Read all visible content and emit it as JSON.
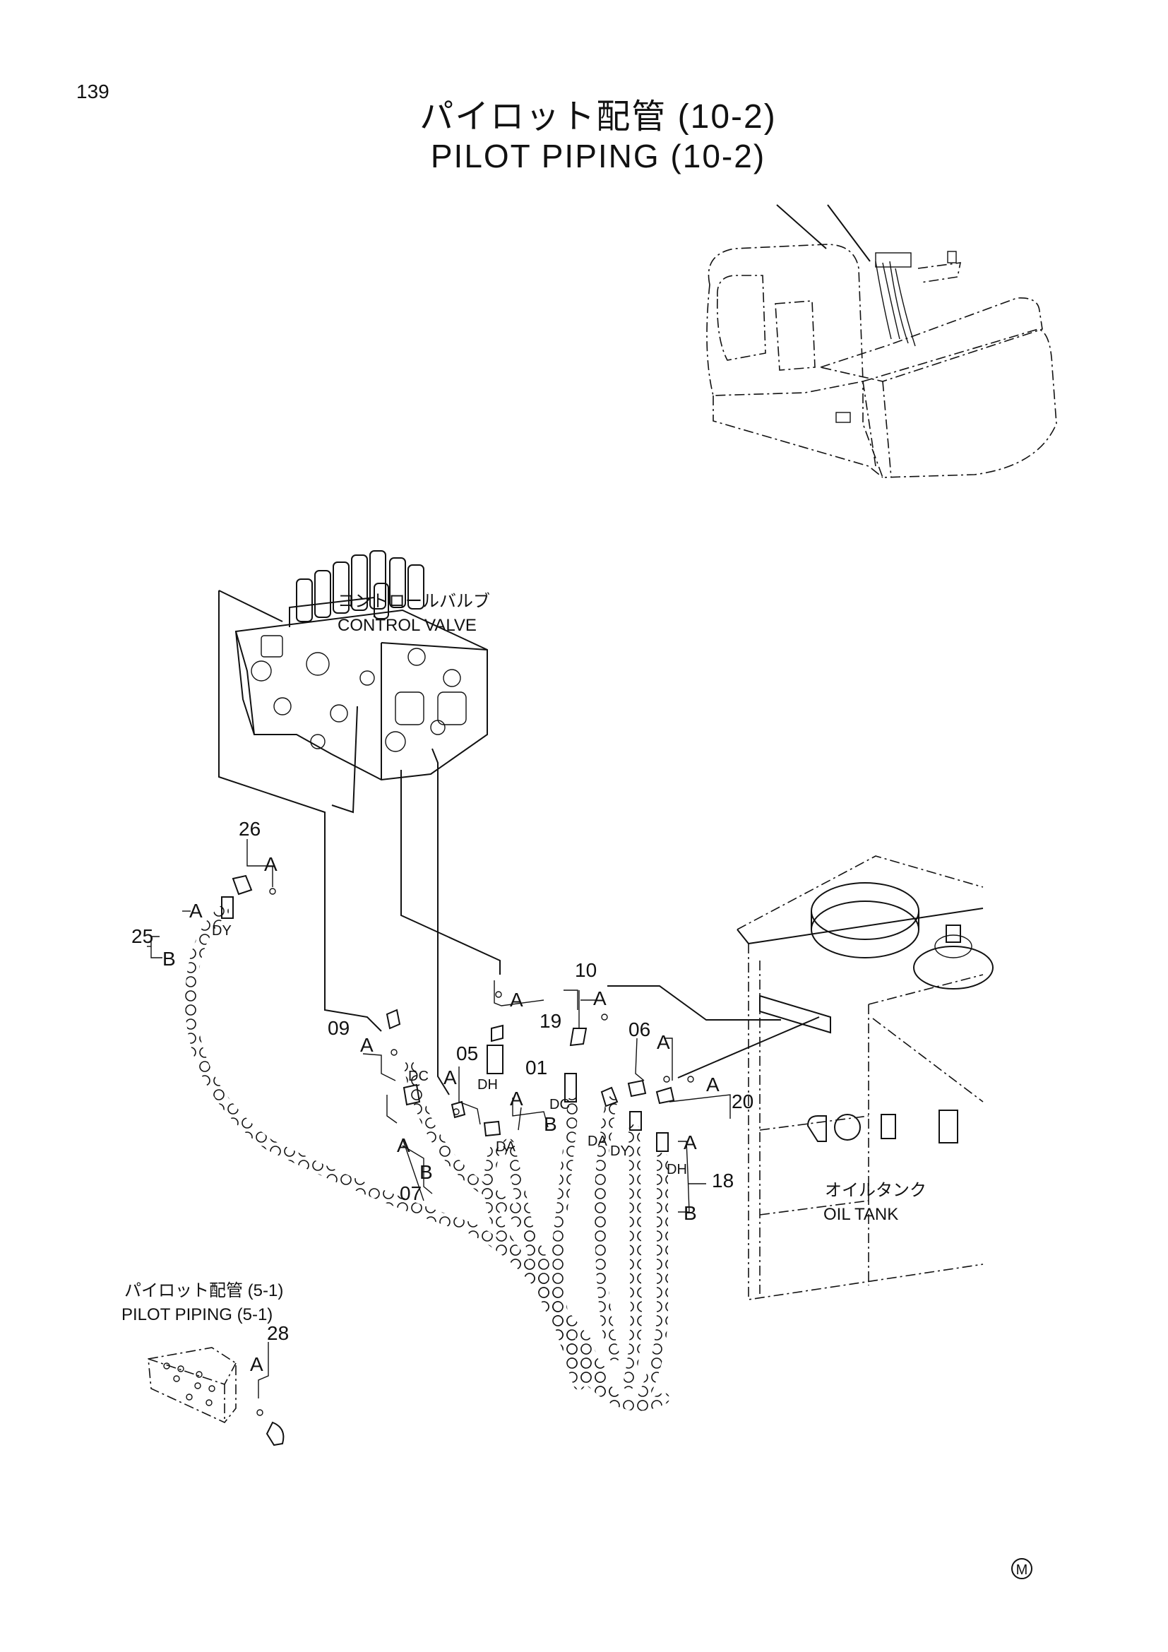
{
  "page": {
    "number": "139"
  },
  "title": {
    "ja": "パイロット配管 (10-2)",
    "en": "PILOT PIPING (10-2)"
  },
  "assemblies": {
    "control_valve": {
      "ja": "コントロールバルブ",
      "en": "CONTROL VALVE"
    },
    "oil_tank": {
      "ja": "オイルタンク",
      "en": "OIL TANK"
    },
    "pilot_piping_ref": {
      "ja": "パイロット配管 (5-1)",
      "en": "PILOT PIPING (5-1)"
    }
  },
  "part_numbers": {
    "p01": "01",
    "p05": "05",
    "p06": "06",
    "p07": "07",
    "p09": "09",
    "p10": "10",
    "p18": "18",
    "p19": "19",
    "p20": "20",
    "p25": "25",
    "p26": "26",
    "p28": "28"
  },
  "port_labels": {
    "a": "A",
    "b": "B",
    "dy": "DY",
    "dc": "DC",
    "dh": "DH",
    "da": "DA"
  },
  "footer_mark": "M"
}
